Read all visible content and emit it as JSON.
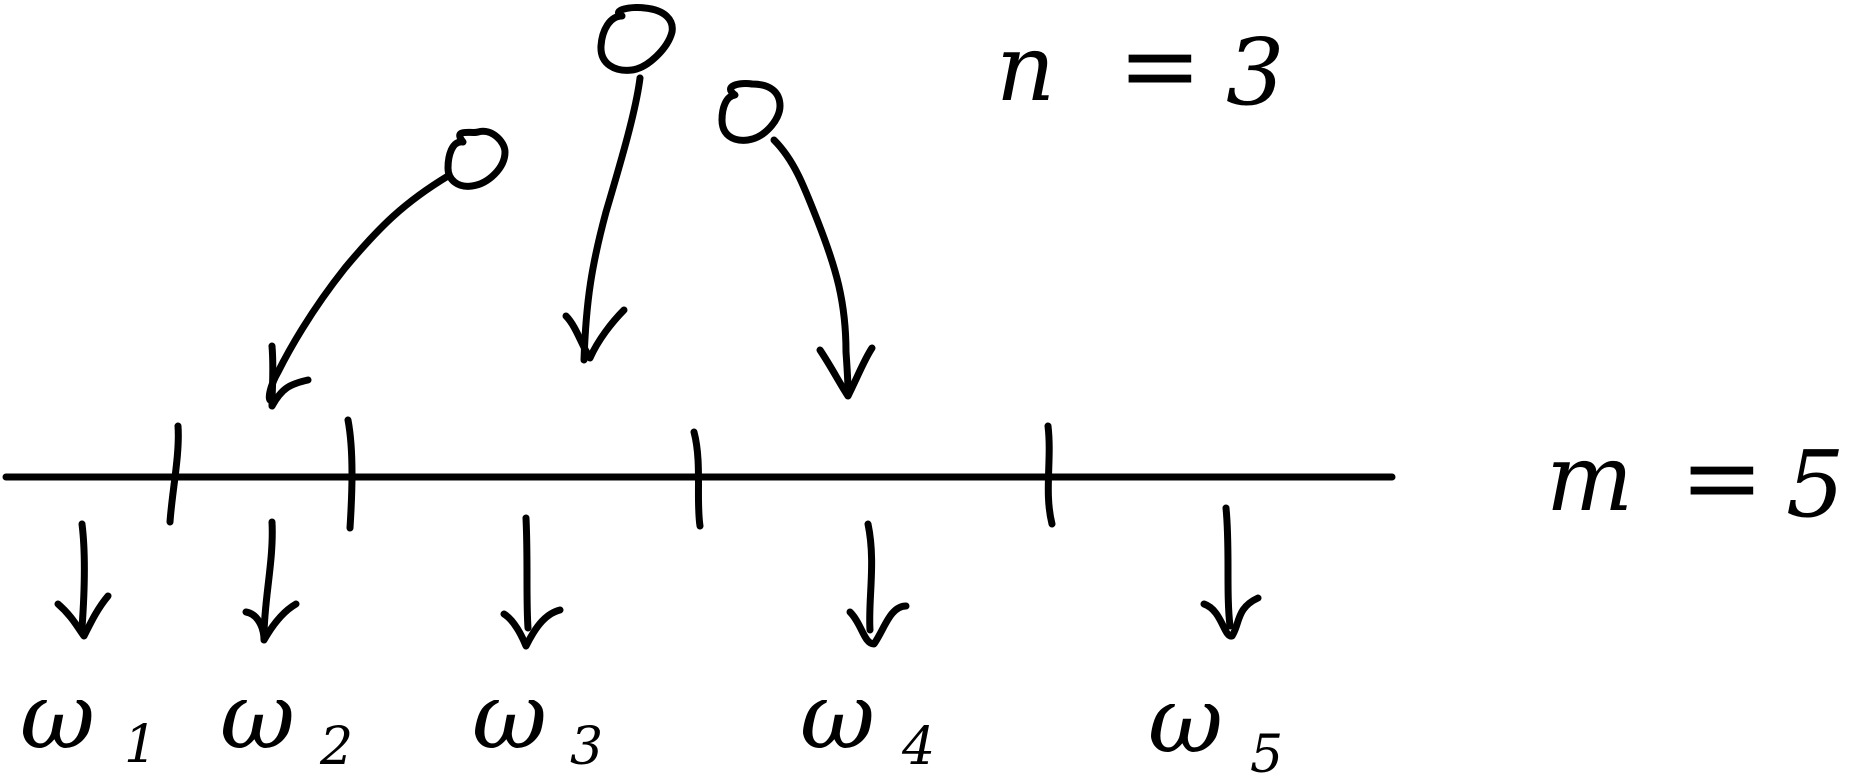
{
  "diagram": {
    "top_label": {
      "var": "n",
      "eq": "=",
      "value": "3"
    },
    "right_label": {
      "var": "m",
      "eq": "=",
      "value": "5"
    },
    "bins": [
      {
        "base": "ω",
        "sub": "1"
      },
      {
        "base": "ω",
        "sub": "2"
      },
      {
        "base": "ω",
        "sub": "3"
      },
      {
        "base": "ω",
        "sub": "4"
      },
      {
        "base": "ω",
        "sub": "5"
      }
    ]
  }
}
